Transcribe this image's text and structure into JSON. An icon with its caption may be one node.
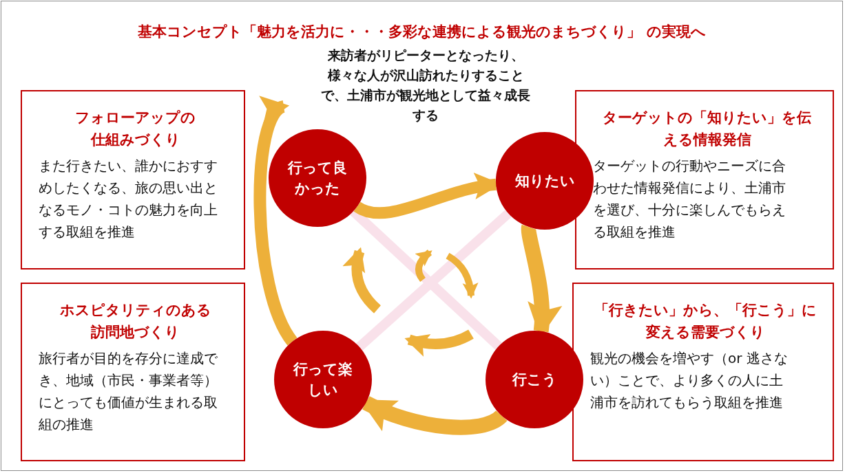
{
  "diagram": {
    "title": "基本コンセプト「魅力を活力に・・・多彩な連携による観光のまちづくり」 の実現へ",
    "nodes": [
      {
        "text": [
          "フォローアップの仕組みづくり",
          "また行きたい、誰かにおすすめしたくなる、旅の思い出となるモノ・コトの魅力を向上する取組を推進"
        ]
      },
      {
        "text": [
          "ターゲットの「知りたい」を伝える情報発信",
          "ターゲットの行動やニーズに合わせた情報発信により、土浦市を選び、十分に楽しんでもらえる取組を推進"
        ]
      },
      {
        "text": [
          "ホスピタリティのある訪問地づくり",
          "旅行者が目的を存分に達成でき、地域（市民・事業者等）にとっても価値が生まれる取組の推進"
        ]
      },
      {
        "text": [
          "「行きたい」から、「行こう」に変える需要づくり",
          "観光の機会を増やす（or 逃さない）ことで、より多くの人に土浦市を訪れてもらう取組を推進"
        ]
      },
      {
        "text": [
          "行って良かった"
        ]
      },
      {
        "text": [
          "知りたい"
        ]
      },
      {
        "text": [
          "行こう"
        ]
      },
      {
        "text": [
          "行って楽しい"
        ]
      },
      {
        "text": [
          "来訪者がリピーターとなったり、様々な人が沢山訪れたりすることで、土浦市が観光地として益々成長する"
        ]
      }
    ],
    "edges": [
      {
        "from": 4,
        "to": 6,
        "arrow": "none",
        "color": "#f9e1ea"
      },
      {
        "from": 5,
        "to": 7,
        "arrow": "none",
        "color": "#f9e1ea"
      },
      {
        "from": 4,
        "to": 5,
        "arrow": "to"
      },
      {
        "from": 5,
        "to": 6,
        "arrow": "to"
      },
      {
        "from": 6,
        "to": 7,
        "arrow": "to"
      },
      {
        "from": 7,
        "to": 8,
        "arrow": "to"
      }
    ]
  }
}
